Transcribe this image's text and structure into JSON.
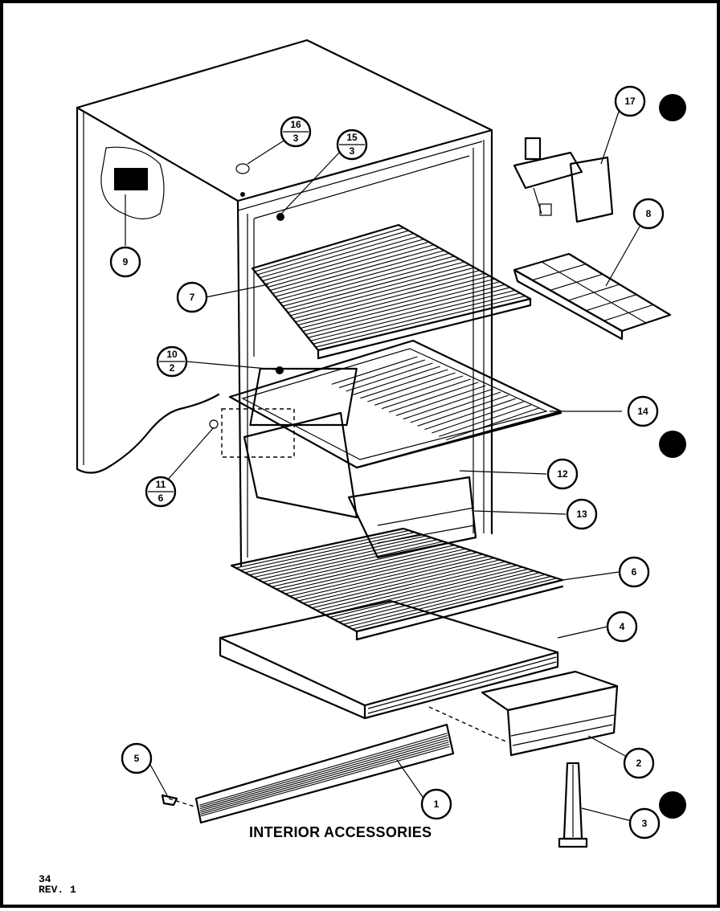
{
  "title": "INTERIOR ACCESSORIES",
  "page": {
    "number": "34",
    "revision": "REV. 1"
  },
  "callouts": [
    {
      "id": "c9",
      "label": "9"
    },
    {
      "id": "c7",
      "label": "7"
    },
    {
      "id": "c16",
      "top": "16",
      "bottom": "3"
    },
    {
      "id": "c15",
      "top": "15",
      "bottom": "3"
    },
    {
      "id": "c10",
      "top": "10",
      "bottom": "2"
    },
    {
      "id": "c11",
      "top": "11",
      "bottom": "6"
    },
    {
      "id": "c17",
      "label": "17"
    },
    {
      "id": "c8",
      "label": "8"
    },
    {
      "id": "c14",
      "label": "14"
    },
    {
      "id": "c12",
      "label": "12"
    },
    {
      "id": "c13",
      "label": "13"
    },
    {
      "id": "c6",
      "label": "6"
    },
    {
      "id": "c4",
      "label": "4"
    },
    {
      "id": "c2",
      "label": "2"
    },
    {
      "id": "c5",
      "label": "5"
    },
    {
      "id": "c1",
      "label": "1"
    },
    {
      "id": "c3",
      "label": "3"
    }
  ]
}
